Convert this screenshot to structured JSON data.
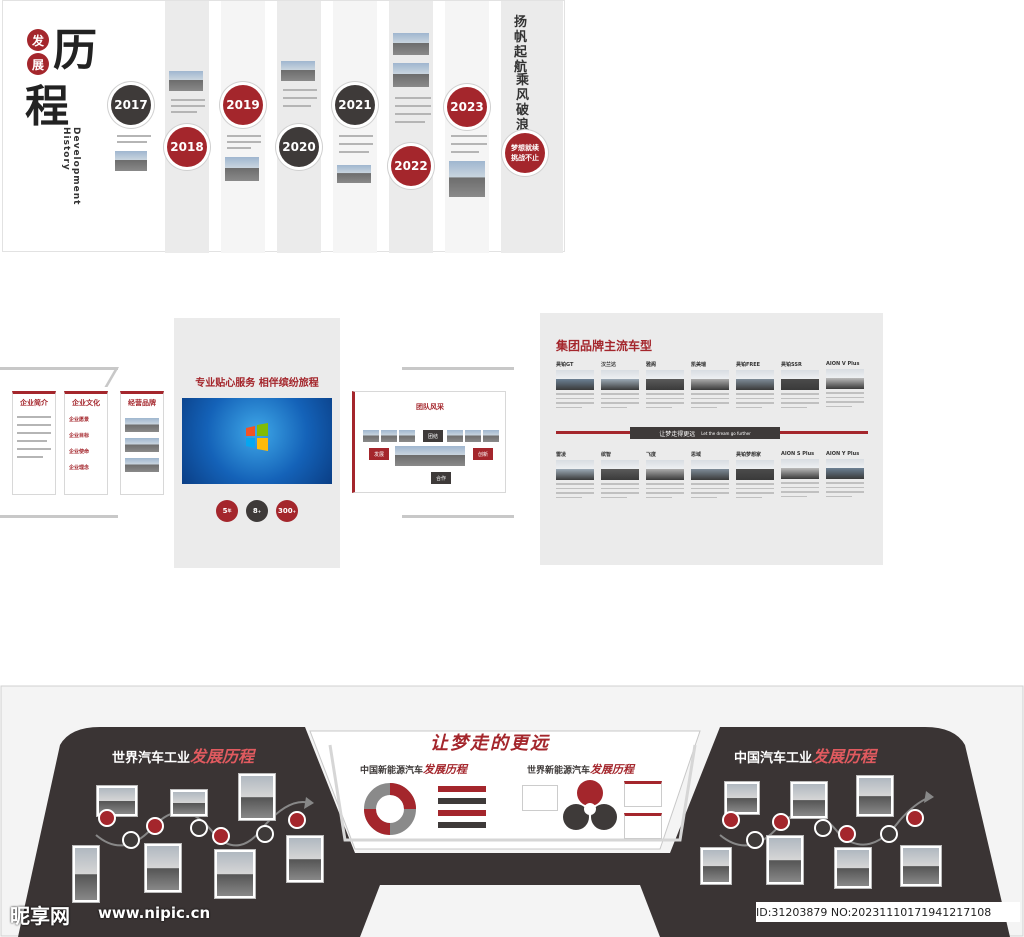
{
  "timeline": {
    "title_small_1": "发",
    "title_small_2": "展",
    "title_big_1": "历",
    "title_big_2": "程",
    "subtitle": "Development History",
    "years": [
      "2017",
      "2018",
      "2019",
      "2020",
      "2021",
      "2022",
      "2023"
    ],
    "slogan_1": "扬帆起航",
    "slogan_2": "乘风破浪",
    "slogan_badge_1": "梦想就续",
    "slogan_badge_2": "挑战不止"
  },
  "left_wall": {
    "cards": [
      "企业简介",
      "企业文化",
      "经营品牌"
    ],
    "culture_items": [
      "企业愿景",
      "企业目标",
      "企业使命",
      "企业理念"
    ]
  },
  "service_wall": {
    "title": "专业贴心服务  相伴缤纷旅程",
    "stats": [
      {
        "value": "5",
        "unit": "年"
      },
      {
        "value": "8",
        "unit": "+"
      },
      {
        "value": "300",
        "unit": "+"
      }
    ]
  },
  "team_wall": {
    "title": "团队风采",
    "tags": [
      "团结",
      "发展",
      "创新",
      "合作"
    ]
  },
  "brand_wall": {
    "title": "集团品牌主流车型",
    "divider_text": "让梦走得更远",
    "divider_en": "Let the dream go further",
    "row1": [
      "昊铂GT",
      "汉兰达",
      "雅阁",
      "凯美瑞",
      "昊铂FREE",
      "昊铂SSR",
      "AION V Plus"
    ],
    "row2": [
      "雷凌",
      "缤智",
      "飞度",
      "思域",
      "昊铂梦想家",
      "AION S Plus",
      "AION Y Plus"
    ]
  },
  "bottom_wall": {
    "center_title": "让梦走的更远",
    "left_title_plain": "世界汽车工业",
    "left_title_emph": "发展历程",
    "right_title_plain": "中国汽车工业",
    "right_title_emph": "发展历程",
    "mid_left_plain": "中国新能源汽车",
    "mid_left_emph": "发展历程",
    "mid_right_plain": "世界新能源汽车",
    "mid_right_emph": "发展历程"
  },
  "watermark": {
    "logo": "昵享网",
    "url": "www.nipic.cn",
    "id": "ID:31203879 NO:20231110171941217108"
  },
  "colors": {
    "accent": "#a4262c",
    "dark": "#3e3a39",
    "panel_gray": "#ebebeb"
  }
}
